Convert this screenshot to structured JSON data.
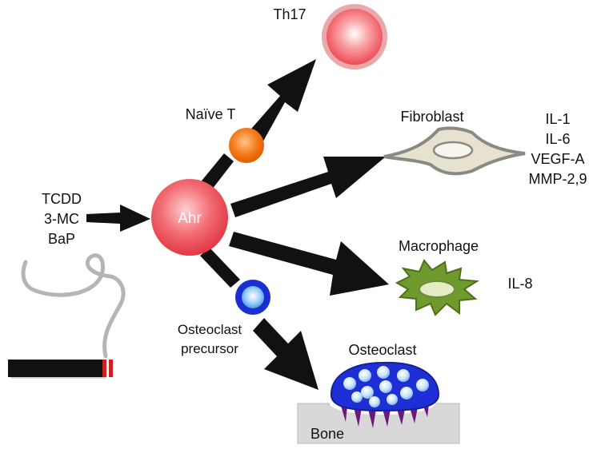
{
  "nodes": {
    "inducers": [
      "TCDD",
      "3-MC",
      "BaP"
    ],
    "ahr": "Ahr",
    "naive_t": "Naïve T",
    "th17": "Th17",
    "fibroblast": "Fibroblast",
    "fibroblast_outputs": [
      "IL-1",
      "IL-6",
      "VEGF-A",
      "MMP-2,9"
    ],
    "macrophage": "Macrophage",
    "macrophage_output": "IL-8",
    "osteoclast_precursor": [
      "Osteoclast",
      "precursor"
    ],
    "osteoclast": "Osteoclast",
    "bone": "Bone"
  },
  "colors": {
    "ahr": "#ee4b55",
    "th17": "#f25a62",
    "naive_t": "#f26a10",
    "precursor": "#1b2fd0",
    "osteoclast_body": "#1f2fd6",
    "resorption_pits": "#6a1a7a",
    "fibroblast_fill": "#e6e2cf",
    "macrophage_fill": "#6e9a2e",
    "bone_fill": "#d8d8d8",
    "arrows": "#111111",
    "cigarette_body": "#111111",
    "cigarette_band": "#d02020"
  }
}
